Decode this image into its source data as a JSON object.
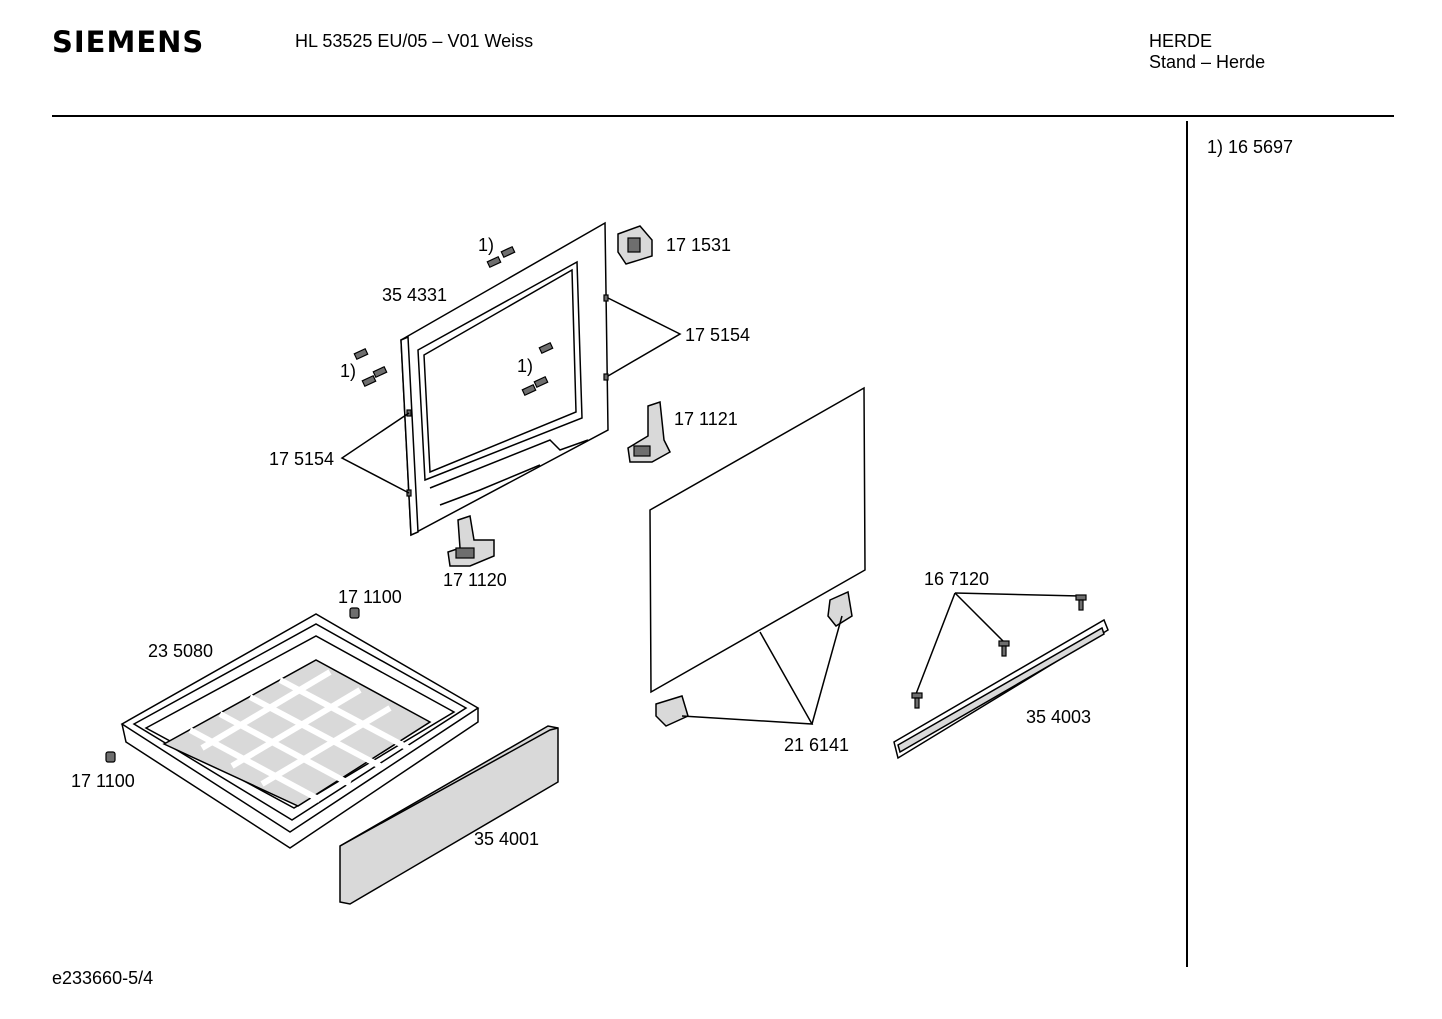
{
  "header": {
    "brand": "SIEMENS",
    "model": "HL 53525 EU/05 – V01 Weiss",
    "category": "HERDE",
    "subcategory": "Stand – Herde"
  },
  "side_note": "1)  16 5697",
  "labels": {
    "l_171531": "17 1531",
    "l_354331": "35 4331",
    "l_175154_r": "17 5154",
    "l_175154_l": "17 5154",
    "l_171121": "17 1121",
    "l_171120": "17 1120",
    "l_171100_top": "17 1100",
    "l_171100_bot": "17 1100",
    "l_235080": "23 5080",
    "l_167120": "16 7120",
    "l_354003": "35 4003",
    "l_216141": "21 6141",
    "l_354001": "35 4001",
    "fn_1": "1)",
    "fn_2": "1)",
    "fn_3": "1)"
  },
  "footer": {
    "doc_id": "e233660-5/4"
  }
}
